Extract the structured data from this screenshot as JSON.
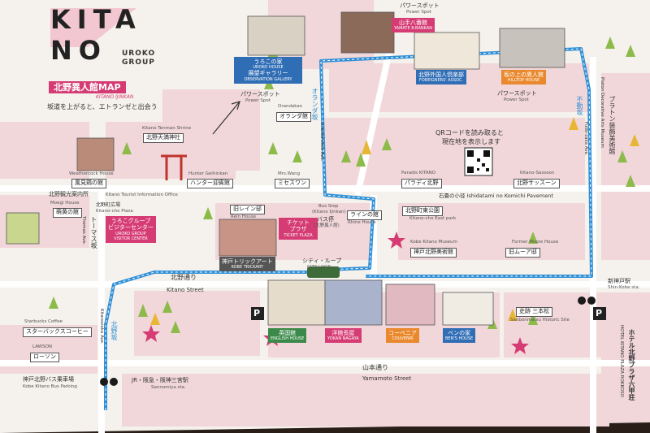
{
  "title": {
    "kita": "KITA",
    "no": "NO",
    "uroko": "UROKO",
    "group": "GROUP",
    "map_jp": "北野異人館MAP",
    "map_en": "KITANO IJINKAN",
    "slogan": "坂道を上がると、エトランゼと出会う"
  },
  "places": {
    "uroko_house": {
      "jp": "うろこの家",
      "en": "UROKO HOUSE",
      "gallery_jp": "展望ギャラリー",
      "gallery_en": "OBSERVATION GALLERY"
    },
    "power_spot_1": {
      "jp": "パワースポット",
      "en": "Power Spot"
    },
    "power_spot_2": {
      "jp": "パワースポット",
      "en": "Power Spot"
    },
    "power_spot_3": {
      "jp": "パワースポット",
      "en": "Power Spot"
    },
    "yamate": {
      "jp": "山手八番館",
      "en": "YAMATE 8-BANKAN"
    },
    "foreigners_club": {
      "jp": "北野外国人倶楽部",
      "en": "FOREIGNERS' ASSOC."
    },
    "hilltop": {
      "jp": "坂の上の異人館",
      "en": "HILLTOP HOUSE"
    },
    "orandakan": {
      "en": "Orandakan",
      "jp": "オランダ館"
    },
    "tenman": {
      "en": "Kitano Tenman Shrine",
      "jp": "北野天満神社"
    },
    "weathercock": {
      "en": "Weathercock House",
      "jp": "風見鶏の館"
    },
    "hunter": {
      "en": "Hunter Geihinkan",
      "jp": "ハンター迎賓館"
    },
    "mrswang": {
      "en": "Mrs.Wang",
      "jp": "ミセスワン"
    },
    "paradis": {
      "en": "Paradis KITANO",
      "jp": "パラディ北野"
    },
    "sassoon": {
      "en": "Kitano-Sassoon",
      "jp": "北野サッスーン"
    },
    "qr": {
      "line1": "QRコードを読み取ると",
      "line2": "現在地を表示します"
    },
    "rhein": {
      "jp": "旧レイン邸",
      "en": "Rein House"
    },
    "rhine": {
      "jp": "ラインの館",
      "en": "Rhine House"
    },
    "east_park": {
      "jp": "北野町東公園",
      "en": "Kitano-cho East park"
    },
    "museum": {
      "en": "Kobe Kitano Museum",
      "jp": "神戸北野美術館"
    },
    "moore": {
      "en": "Former Moore House",
      "jp": "旧ムーア邸"
    },
    "bus_stop": {
      "en": "Bus Stop",
      "en2": "(Kitano Ijinkan)",
      "jp": "バス停",
      "jp2": "(北野異人館)"
    },
    "ticket": {
      "jp1": "チケット",
      "jp2": "プラザ",
      "en": "TICKET PLAZA"
    },
    "visitor": {
      "jp1": "うろこグループ",
      "jp2": "ビジターセンター",
      "en1": "UROKO GROUP",
      "en2": "VISITOR CENTER"
    },
    "trickart": {
      "jp": "神戸トリックアート",
      "en": "KOBE TRICKART"
    },
    "city_loop": {
      "jp": "シティ・ループ",
      "en": "CITY LOOP"
    },
    "moegi": {
      "en": "Moegi House",
      "jp": "萌黄の館"
    },
    "tourist_office": {
      "jp": "北野観光案内所",
      "en": "Kitano Tourist Information Office"
    },
    "kitano_plaza": {
      "jp": "北野町広場",
      "en": "Kitano-cho Plaza"
    },
    "starbucks": {
      "en": "Starbucks Coffee",
      "jp": "スターバックスコーヒー"
    },
    "lawson": {
      "en": "LAWSON",
      "jp": "ローソン"
    },
    "bus_parking": {
      "jp": "神戸北野バス乗車場",
      "en": "Kobe Kitano Bus Parking"
    },
    "english": {
      "jp": "英国館",
      "en": "ENGLISH HOUSE"
    },
    "yokan": {
      "jp": "洋館長屋",
      "en": "YOKAN NAGAYA"
    },
    "couvenir": {
      "jp": "コーベニア",
      "en": "COUVENIR"
    },
    "bens": {
      "jp": "ベンの家",
      "en": "BEN'S HOUSE"
    },
    "sanbonmatsu": {
      "jp": "史跡 三本松",
      "en": "Sanbonmatsu Historic Site"
    },
    "platon_jp": "プラトン装飾美術館",
    "platon_en": "Platon Decorative Arts Museum",
    "hotel_jp": "ホテル北野プラザ六甲荘",
    "hotel_en": "HOTEL KITANO PLAZA ROKKOSO"
  },
  "roads": {
    "kitano_jp": "北野通り",
    "kitano_en": "Kitano Street",
    "yamamoto_jp": "山本通り",
    "yamamoto_en": "Yamamoto Street",
    "oranda_jp": "オランダ坂",
    "oranda_en": "Oranda-zaka Ave.",
    "fudo_jp": "不動坂",
    "fudo_en": "Fudo-zaka Ave.",
    "kitanozaka_jp": "北野坂",
    "kitanozaka_en": "Kitanozaka Ave.",
    "thomas_jp": "トーマス坂",
    "thomas_en": "Thomas Ave.",
    "ishidatami_jp": "石畳の小径",
    "ishidatami_en": "Ishidatami no Komichi Pavement",
    "sannomiya_jp": "JR・阪急・阪神三宮駅",
    "sannomiya_en": "Sannomiya sta.",
    "shinkobe_jp": "新神戸駅",
    "shinkobe_en": "Shin-Kobe sta.",
    "parking": "P"
  },
  "colors": {
    "board": "#f5f1ec",
    "pink": "#f1d6da",
    "route": "#2f8fd6",
    "accent": "#d63c74"
  }
}
